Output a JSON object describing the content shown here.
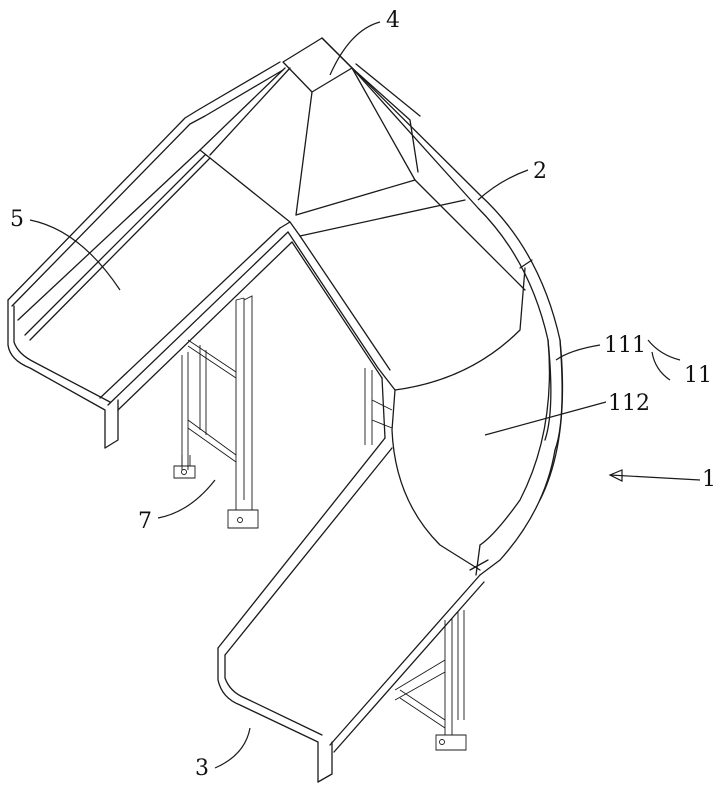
{
  "labels": {
    "l1": "1",
    "l2": "2",
    "l3": "3",
    "l4": "4",
    "l5": "5",
    "l7": "7",
    "l11": "11",
    "l111": "111",
    "l112": "112"
  }
}
